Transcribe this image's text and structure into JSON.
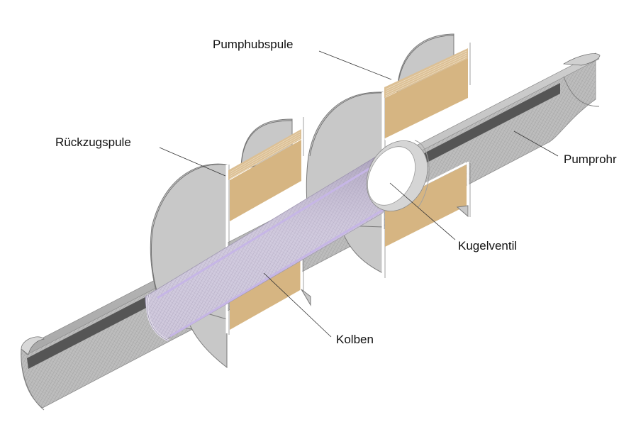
{
  "title": "Elektromagnetische Kolbenpumpe – Schnittdarstellung",
  "colors": {
    "disc": "#c8c8c8",
    "coil": "#d6b582",
    "coil_top": "#dcc095",
    "pipe": "#b9b9b9",
    "pipe_dark": "#555555",
    "piston": "#d4cde0",
    "piston_stripe": "#c6b6e6",
    "leader": "#333333",
    "text": "#111111"
  },
  "labels": {
    "pump_stroke_coil": "Pumphubspule",
    "return_coil": "Rückzugspule",
    "pump_tube": "Pumprohr",
    "ball_valve": "Kugelventil",
    "piston": "Kolben"
  }
}
